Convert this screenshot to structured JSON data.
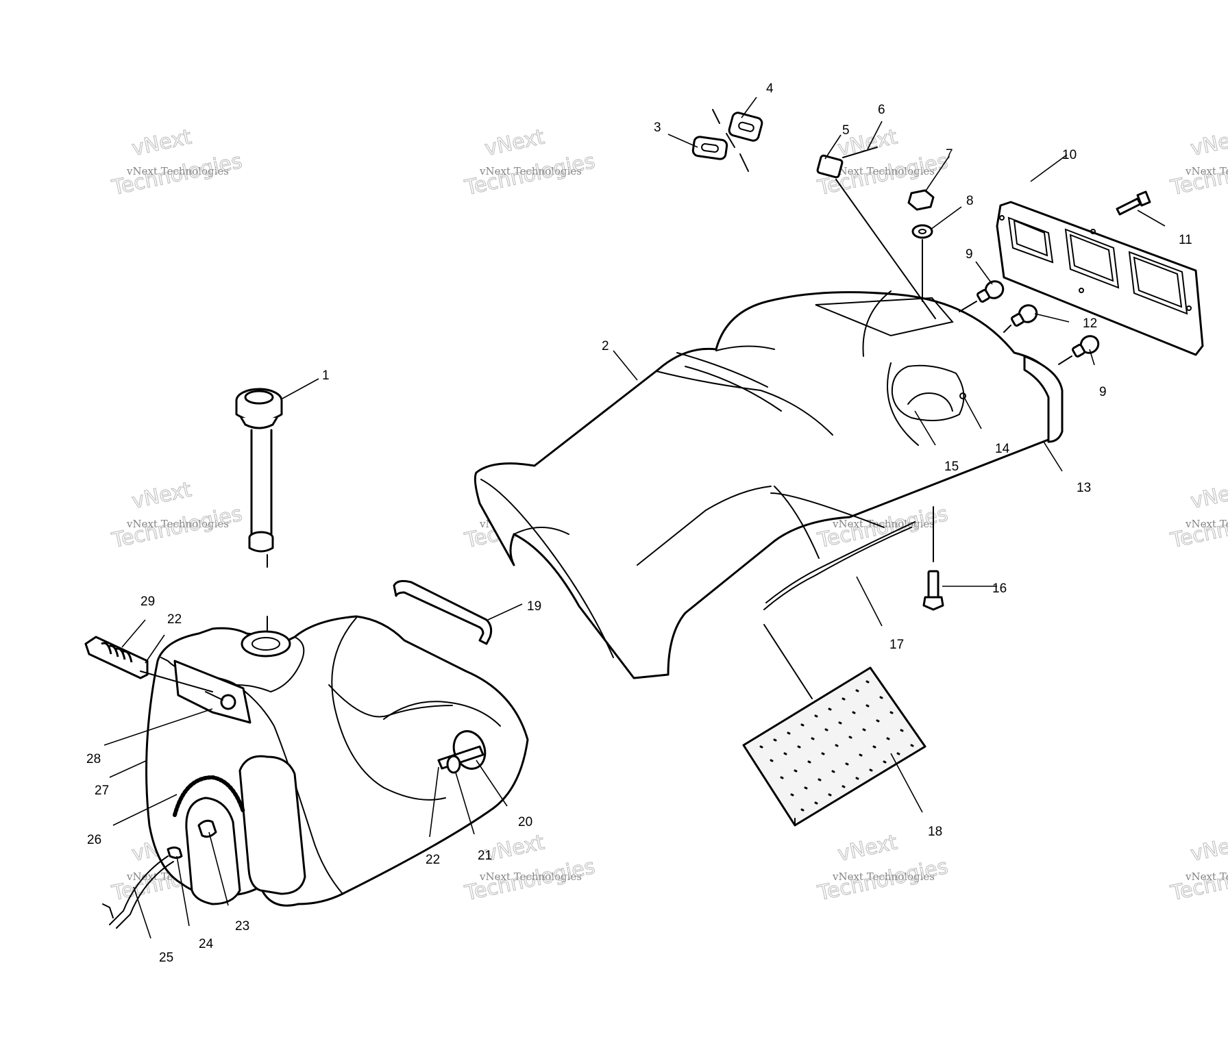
{
  "watermark": {
    "brand": "vNext",
    "line1": "vNext Technologies",
    "line2": "Technologies"
  },
  "callouts": {
    "c1": "1",
    "c2": "2",
    "c3": "3",
    "c4": "4",
    "c5": "5",
    "c6": "6",
    "c7": "7",
    "c8": "8",
    "c9a": "9",
    "c9b": "9",
    "c10": "10",
    "c11": "11",
    "c12": "12",
    "c13": "13",
    "c14": "14",
    "c15": "15",
    "c16": "16",
    "c17": "17",
    "c18": "18",
    "c19": "19",
    "c20": "20",
    "c21": "21",
    "c22a": "22",
    "c22b": "22",
    "c23": "23",
    "c24": "24",
    "c25": "25",
    "c26": "26",
    "c27": "27",
    "c28": "28",
    "c29": "29"
  }
}
